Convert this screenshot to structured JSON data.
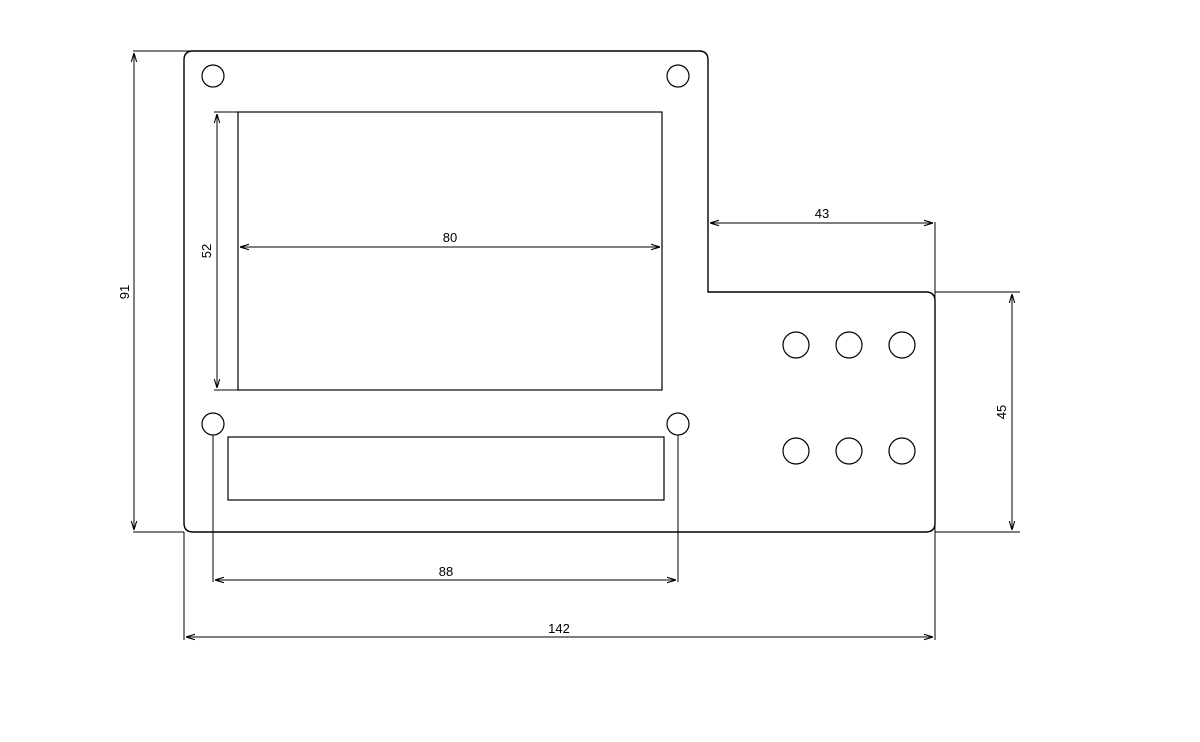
{
  "drawing": {
    "line_color": "#000000",
    "background": "#ffffff",
    "dimensions": {
      "overall_width": "142",
      "overall_height": "91",
      "display_window_width": "80",
      "display_window_height": "52",
      "lower_hole_spacing": "88",
      "notch_width": "43",
      "right_section_height": "45"
    },
    "features": {
      "mounting_holes": 4,
      "button_holes": 6
    }
  }
}
